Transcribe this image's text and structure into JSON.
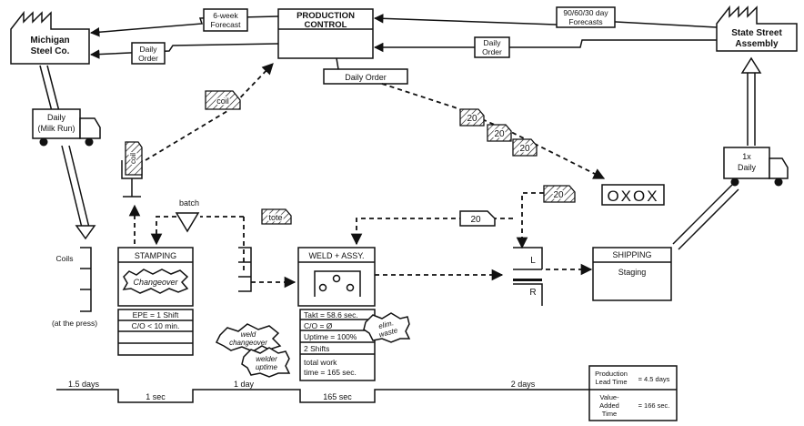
{
  "suppliers": {
    "supplier": {
      "line1": "Michigan",
      "line2": "Steel Co."
    },
    "customer": {
      "line1": "State Street",
      "line2": "Assembly"
    }
  },
  "production_control": {
    "title_line1": "PRODUCTION",
    "title_line2": "CONTROL",
    "daily_order": "Daily Order"
  },
  "information_flow": {
    "forecast_supplier": {
      "line1": "6-week",
      "line2": "Forecast"
    },
    "daily_order_supplier": {
      "line1": "Daily",
      "line2": "Order"
    },
    "forecast_customer": {
      "line1": "90/60/30 day",
      "line2": "Forecasts"
    },
    "daily_order_customer": {
      "line1": "Daily",
      "line2": "Order"
    }
  },
  "shipments": {
    "inbound": {
      "line1": "Daily",
      "line2": "(Milk Run)"
    },
    "outbound": {
      "line1": "1x",
      "line2": "Daily"
    }
  },
  "kanban": {
    "coil_post": "coil",
    "coil_signal": "coil",
    "batch": "batch",
    "tote": "tote",
    "withdrawal_cards": [
      "20",
      "20",
      "20"
    ],
    "load_leveling_card": "20",
    "post_card": "20",
    "leveling_box": "OXOX"
  },
  "inventory": {
    "coils": "Coils",
    "at_press": "(at the press)",
    "lane_l": "L",
    "lane_r": "R"
  },
  "processes": {
    "stamping": {
      "title": "STAMPING",
      "kaizen": "Changeover",
      "data": [
        "EPE = 1 Shift",
        "C/O < 10 min.",
        "",
        ""
      ]
    },
    "weld": {
      "title": "WELD + ASSY.",
      "data": [
        "Takt = 58.6 sec.",
        "C/O = Ø",
        "Uptime = 100%",
        "2 Shifts"
      ],
      "work_line1": "total work",
      "work_line2": "time = 165 sec."
    },
    "shipping": {
      "title": "SHIPPING",
      "subtitle": "Staging"
    }
  },
  "kaizen_bursts": {
    "weld_changeover": {
      "line1": "weld",
      "line2": "changeover"
    },
    "welder_uptime": {
      "line1": "welder",
      "line2": "uptime"
    },
    "elim_waste": {
      "line1": "elim.",
      "line2": "waste"
    }
  },
  "timeline": {
    "lead_times": [
      "1.5 days",
      "1 day",
      "2 days"
    ],
    "process_times": [
      "1 sec",
      "165 sec"
    ],
    "summary": {
      "lead_label_line1": "Production",
      "lead_label_line2": "Lead Time",
      "lead_value": "= 4.5 days",
      "va_label_line1": "Value-",
      "va_label_line2": "Added",
      "va_label_line3": "Time",
      "va_value": "= 166 sec."
    }
  }
}
